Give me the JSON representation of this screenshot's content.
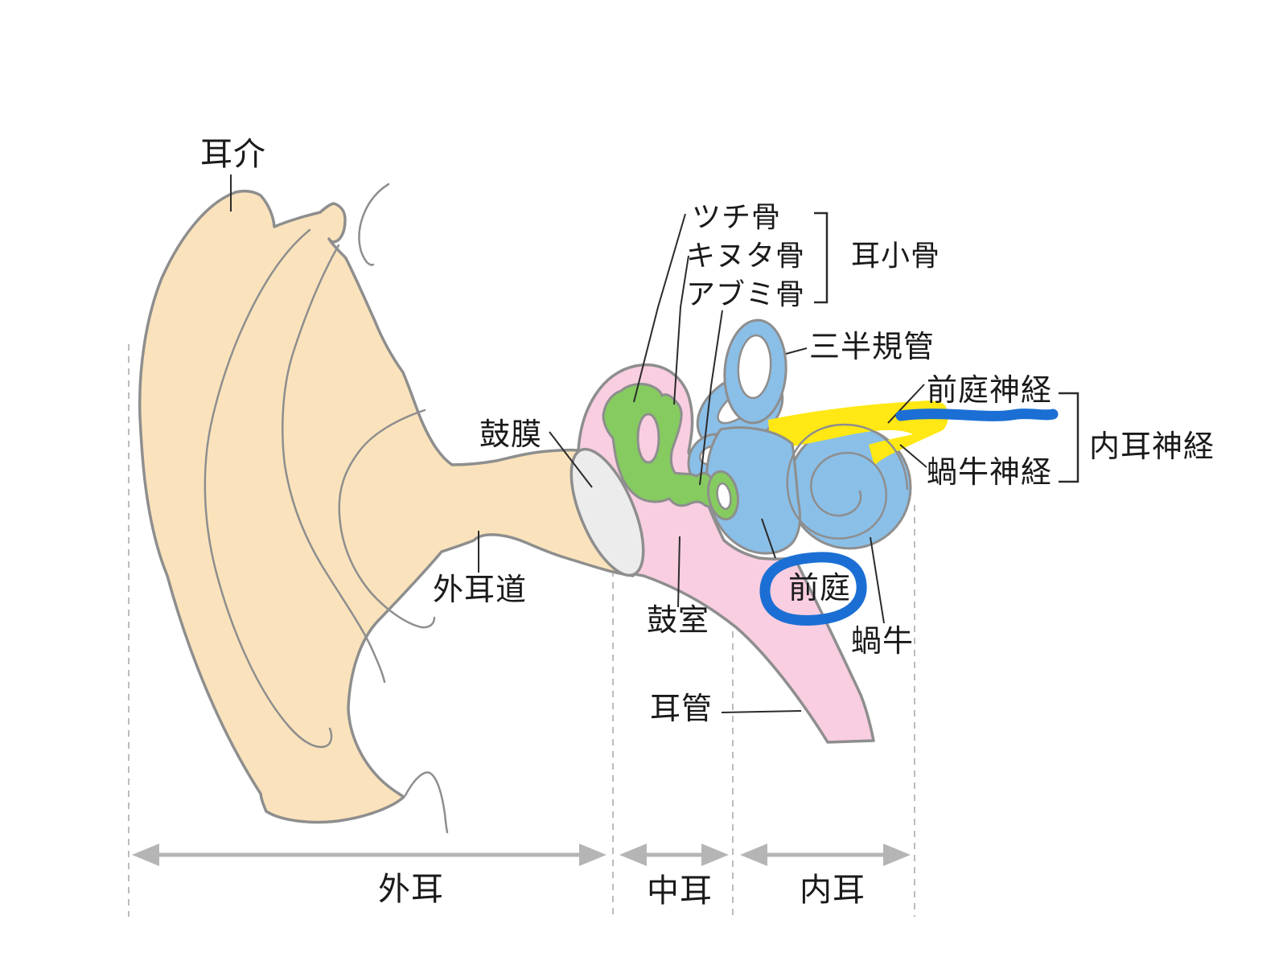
{
  "diagram": {
    "subject": "human ear anatomy (Japanese schoolbook style)",
    "labels": {
      "auricle": "耳介",
      "malleus": "ツチ骨",
      "incus": "キヌタ骨",
      "stapes": "アブミ骨",
      "ossicles_group": "耳小骨",
      "semicircular_canals": "三半規管",
      "vestibular_nerve": "前庭神経",
      "cochlear_nerve": "蝸牛神経",
      "inner_ear_nerve_group": "内耳神経",
      "eardrum": "鼓膜",
      "ear_canal": "外耳道",
      "tympanic_cavity": "鼓室",
      "vestibule": "前庭",
      "cochlea": "蝸牛",
      "eustachian_tube": "耳管",
      "region_outer_ear": "外耳",
      "region_middle_ear": "中耳",
      "region_inner_ear": "内耳"
    },
    "highlights": {
      "marker_color": "#1B6FD4",
      "underlined_term": "前庭神経",
      "circled_term": "前庭"
    },
    "colors": {
      "outer_ear_fill": "#FAE3BC",
      "middle_ear_fill": "#F9CEE1",
      "ossicle_fill": "#85CB5F",
      "inner_ear_fill": "#8ABFE8",
      "nerve_fill": "#FFE813",
      "eardrum_fill": "#ECECEC",
      "outline": "#8E8E8E",
      "arrow": "#B5B5B5",
      "text": "#1A1A1A"
    }
  }
}
